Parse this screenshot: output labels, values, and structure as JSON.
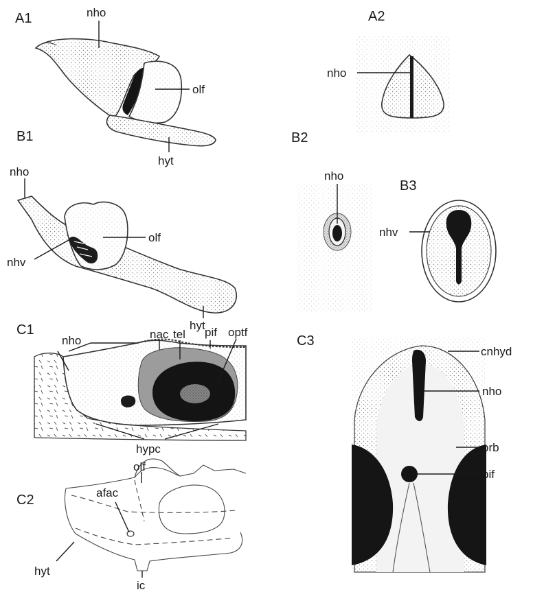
{
  "panels": {
    "A1": {
      "label": "A1",
      "parts": {
        "nho": "nho",
        "olf": "olf",
        "hyt": "hyt"
      }
    },
    "A2": {
      "label": "A2",
      "parts": {
        "nho": "nho"
      }
    },
    "B1": {
      "label": "B1",
      "parts": {
        "nho": "nho",
        "olf": "olf",
        "nhv": "nhv",
        "hyt": "hyt"
      }
    },
    "B2": {
      "label": "B2",
      "parts": {
        "nho": "nho"
      }
    },
    "B3": {
      "label": "B3",
      "parts": {
        "nhv": "nhv"
      }
    },
    "C1": {
      "label": "C1",
      "parts": {
        "nho": "nho",
        "nac": "nac",
        "tel": "tel",
        "pif": "pif",
        "optf": "optf",
        "hypc": "hypc"
      }
    },
    "C2": {
      "label": "C2",
      "parts": {
        "afac": "afac",
        "olf": "olf",
        "hyt": "hyt",
        "ic": "ic"
      }
    },
    "C3": {
      "label": "C3",
      "parts": {
        "cnhyd": "cnhyd",
        "nho": "nho",
        "orb": "orb",
        "pif": "pif"
      }
    }
  },
  "colors": {
    "ink": "#1a1a1a",
    "stipple": "#b8b8b8",
    "dark": "#151515",
    "paper": "#ffffff"
  }
}
